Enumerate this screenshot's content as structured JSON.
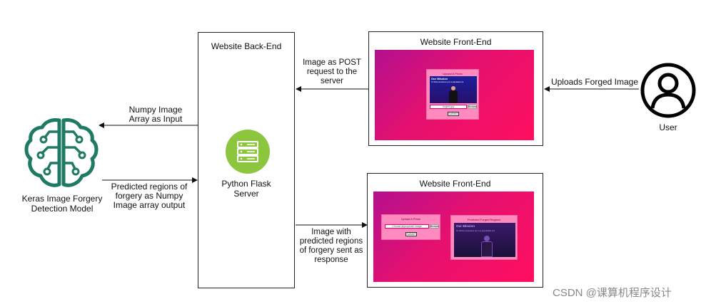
{
  "backend": {
    "title": "Website Back-End",
    "server_label": "Python Flask\nServer"
  },
  "frontend_top": {
    "title": "Website Front-End",
    "card_title": "Upload A Photo",
    "video_headline": "Our Mission",
    "video_subline": "To Show ourselves up in a populated era",
    "file_name": "forged.jpg",
    "browse_label": "Browse",
    "submit_label": "SUBMIT"
  },
  "frontend_bottom": {
    "title": "Website Front-End",
    "upload_card_title": "Upload A Photo",
    "file_placeholder": "Choose appropriate image",
    "browse_label": "Browse",
    "submit_label": "SUBMIT",
    "regions_card_title": "Predicted Forged Regions",
    "regions_headline": "Our Mission",
    "regions_subline": "To Show ourselves up in a populated era"
  },
  "model": {
    "label": "Keras Image Forgery\nDetection Model",
    "icon": "brain-circuit-icon"
  },
  "user": {
    "label": "User",
    "icon": "user-icon"
  },
  "arrows": {
    "upload": "Uploads Forged Image",
    "post": "Image as POST\nrequest to the\nserver",
    "numpy_in": "Numpy Image\nArray as Input",
    "predicted_out": "Predicted regions of\nforgery as Numpy\nImage array output",
    "response": "Image with\npredicted regions\nof forgery sent as\nresponse"
  },
  "watermark": "CSDN @课算机程序设计"
}
